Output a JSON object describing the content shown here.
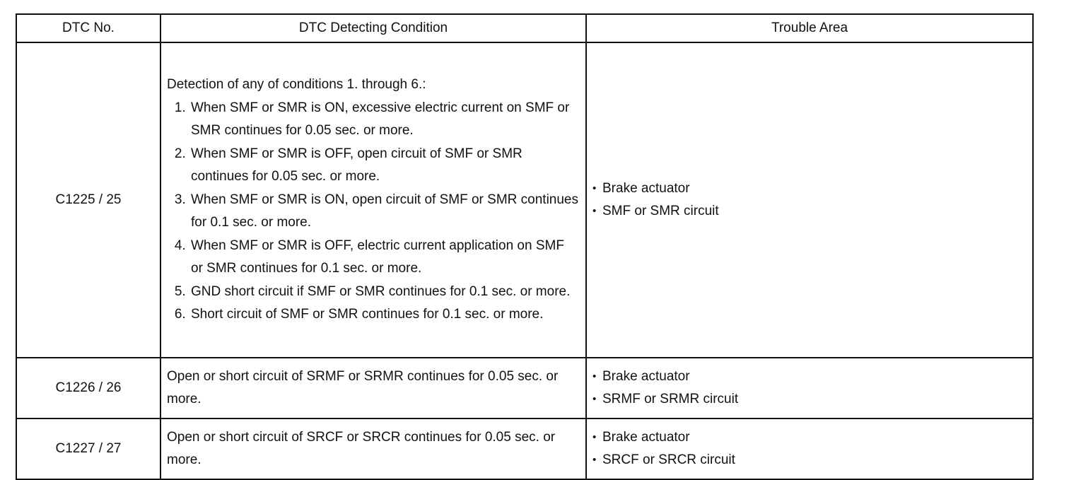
{
  "headers": {
    "dtc_no": "DTC No.",
    "condition": "DTC Detecting Condition",
    "area": "Trouble Area"
  },
  "rows": [
    {
      "code": "C1225 / 25",
      "intro": "Detection of any of conditions 1. through 6.:",
      "conditions": [
        "When SMF or SMR is ON, excessive electric current on SMF or SMR continues for 0.05 sec. or more.",
        "When SMF or SMR is OFF, open circuit of SMF or SMR continues for 0.05 sec. or more.",
        "When SMF or SMR is ON, open circuit of SMF or SMR continues for 0.1 sec. or more.",
        "When SMF or SMR is OFF, electric current application on SMF or SMR continues for 0.1 sec. or more.",
        "GND short circuit if SMF or SMR continues for 0.1 sec. or more.",
        "Short circuit of SMF or SMR continues for 0.1 sec. or more."
      ],
      "areas": [
        "Brake actuator",
        "SMF or SMR circuit"
      ]
    },
    {
      "code": "C1226 / 26",
      "text": "Open or short circuit of  SRMF or SRMR continues for 0.05 sec. or more.",
      "areas": [
        "Brake actuator",
        "SRMF or SRMR circuit"
      ]
    },
    {
      "code": "C1227 / 27",
      "text": "Open or short circuit of SRCF or SRCR continues for 0.05 sec. or more.",
      "areas": [
        "Brake actuator",
        "SRCF or SRCR circuit"
      ]
    }
  ]
}
